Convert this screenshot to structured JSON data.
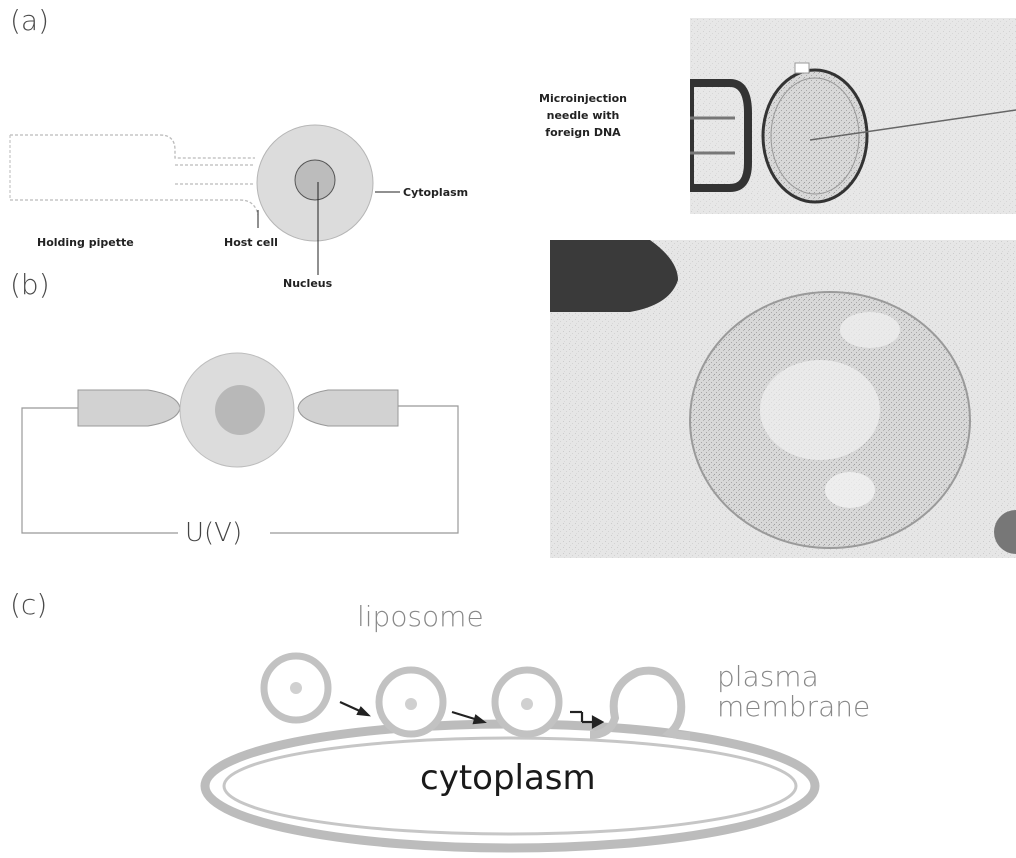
{
  "panels": {
    "a": {
      "label": "(a)",
      "holding_pipette": "Holding pipette",
      "host_cell": "Host cell",
      "cytoplasm": "Cytoplasm",
      "nucleus": "Nucleus",
      "needle_caption": [
        "Microinjection",
        "needle with",
        "foreign DNA"
      ]
    },
    "b": {
      "label": "(b)",
      "voltage": "U(V)"
    },
    "c": {
      "label": "(c)",
      "liposome": "liposome",
      "plasma_membrane": [
        "plasma",
        "membrane"
      ],
      "cytoplasm": "cytoplasm"
    }
  },
  "colors": {
    "cell_fill": "#dcdcdc",
    "nucleus_fill": "#bcbcbc",
    "electrode_fill": "#d2d2d2",
    "photo_background": "#e3e3e3",
    "pipette_dark": "#3a3a3a"
  }
}
